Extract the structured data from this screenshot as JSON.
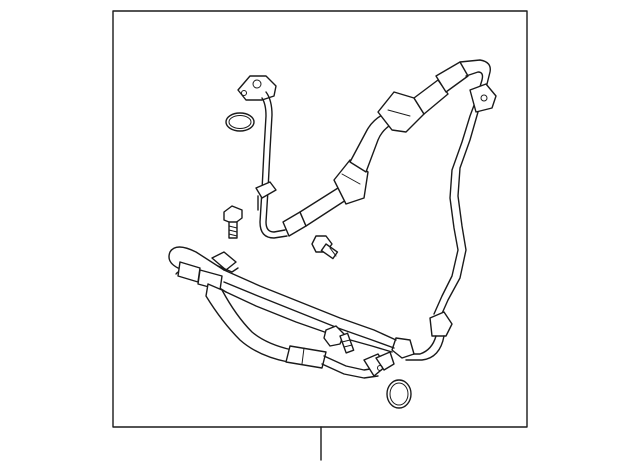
{
  "diagram": {
    "kind": "exploded parts illustration",
    "text_labels": [],
    "colors": {
      "background": "#ffffff",
      "line": "#1a1a1a"
    },
    "parts": [
      "frame-box",
      "callout-leader-line",
      "pressure-hose-assembly",
      "return-hose-assembly",
      "o-ring-upper",
      "o-ring-lower",
      "bolt-upper",
      "bolt-middle",
      "bolt-lower"
    ]
  }
}
